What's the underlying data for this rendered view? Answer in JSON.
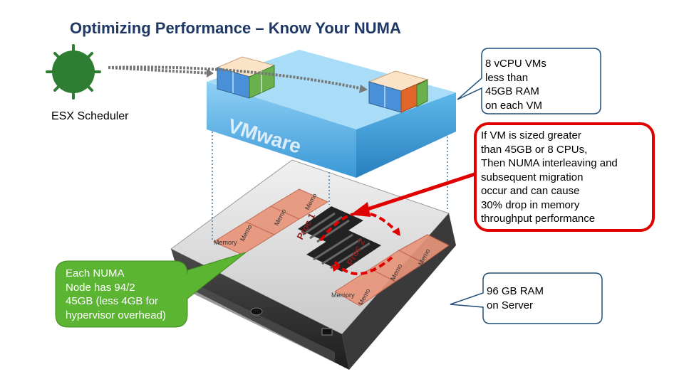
{
  "title": "Optimizing Performance – Know Your NUMA",
  "scheduler_label": "ESX Scheduler",
  "vmware_label": "VMware",
  "callouts": {
    "vm_size": [
      "8 vCPU VMs",
      "less than",
      "45GB RAM",
      "on each VM"
    ],
    "numa_warning": [
      "If VM is sized greater",
      "than 45GB or 8 CPUs,",
      "Then NUMA interleaving and",
      "subsequent migration",
      "occur and can cause",
      "30% drop in memory",
      "throughput performance"
    ],
    "numa_node": [
      "Each NUMA",
      "Node has 94/2",
      "45GB (less 4GB for",
      "hypervisor overhead)"
    ],
    "server_ram": [
      "96 GB RAM",
      "on Server"
    ]
  },
  "server": {
    "memory_label": "Memory",
    "mem_abbrev": "Memo",
    "proc1_label": "Proc 1",
    "proc2_label": "Proc 2"
  },
  "colors": {
    "title": "#1f3864",
    "vmware_box": "#4a9fd8",
    "scheduler_icon": "#2e7d32",
    "callout_border_blue": "#1f4e79",
    "callout_border_red": "#e00000",
    "callout_green": "#5bb532",
    "memory_tile": "#e8957a",
    "arrow_red": "#e00000"
  }
}
